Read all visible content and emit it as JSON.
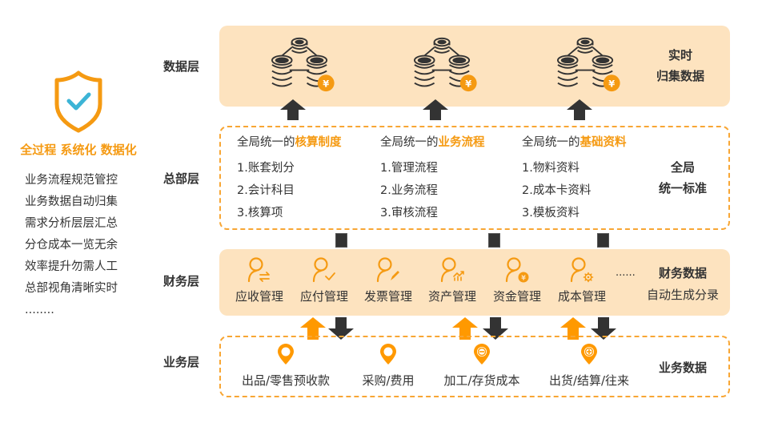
{
  "left_panel": {
    "icon": "shield-check-icon",
    "title": "全过程 系统化 数据化",
    "features": [
      "业务流程规范管控",
      "业务数据自动归集",
      "需求分析层层汇总",
      "分仓成本一览无余",
      "效率提升勿需人工",
      "总部视角清晰实时",
      "........"
    ]
  },
  "colors": {
    "accent": "#f59a12",
    "panel_fill": "#fde3bf",
    "dashed_border": "#f8a634",
    "arrow_dark": "#333333",
    "arrow_orange": "#ff9900",
    "shield_check": "#3cb4d6"
  },
  "layers": {
    "data": {
      "label": "数据层",
      "icons": [
        "database-yuan-icon",
        "database-yuan-icon",
        "database-yuan-icon"
      ],
      "side_title_line1": "实时",
      "side_title_line2": "归集数据"
    },
    "hq": {
      "label": "总部层",
      "columns": [
        {
          "prefix": "全局统一的",
          "highlight": "核算制度",
          "items": [
            "1.账套划分",
            "2.会计科目",
            "3.核算项"
          ]
        },
        {
          "prefix": "全局统一的",
          "highlight": "业务流程",
          "items": [
            "1.管理流程",
            "2.业务流程",
            "3.审核流程"
          ]
        },
        {
          "prefix": "全局统一的",
          "highlight": "基础资料",
          "items": [
            "1.物料资料",
            "2.成本卡资料",
            "3.模板资料"
          ]
        }
      ],
      "side_title_line1": "全局",
      "side_title_line2": "统一标准"
    },
    "finance": {
      "label": "财务层",
      "modules": [
        {
          "label": "应收管理",
          "icon": "user-exchange-icon"
        },
        {
          "label": "应付管理",
          "icon": "user-check-icon"
        },
        {
          "label": "发票管理",
          "icon": "user-edit-icon"
        },
        {
          "label": "资产管理",
          "icon": "user-chart-icon"
        },
        {
          "label": "资金管理",
          "icon": "user-yuan-icon"
        },
        {
          "label": "成本管理",
          "icon": "user-gear-icon"
        }
      ],
      "more": "......",
      "side_title_line1": "财务数据",
      "side_title_line2": "自动生成分录"
    },
    "business": {
      "label": "业务层",
      "items": [
        {
          "label": "出品/零售预收款",
          "icon": "map-pin-icon"
        },
        {
          "label": "采购/费用",
          "icon": "map-pin-icon"
        },
        {
          "label": "加工/存货成本",
          "icon": "map-pin-minus-icon"
        },
        {
          "label": "出货/结算/往来",
          "icon": "map-pin-plus-icon"
        }
      ],
      "side_title": "业务数据"
    }
  }
}
